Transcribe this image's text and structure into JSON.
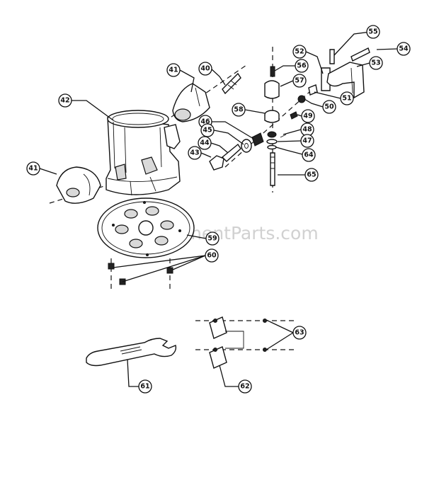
{
  "watermark": "eReplacementParts.com",
  "callouts": {
    "c41a": "41",
    "c40": "40",
    "c42": "42",
    "c41b": "41",
    "c46": "46",
    "c45": "45",
    "c44": "44",
    "c43": "43",
    "c58": "58",
    "c56": "56",
    "c57": "57",
    "c52": "52",
    "c55": "55",
    "c54": "54",
    "c53": "53",
    "c51": "51",
    "c50": "50",
    "c49": "49",
    "c48": "48",
    "c47": "47",
    "c64": "64",
    "c65": "65",
    "c59": "59",
    "c60": "60",
    "c61": "61",
    "c62": "62",
    "c63": "63"
  }
}
